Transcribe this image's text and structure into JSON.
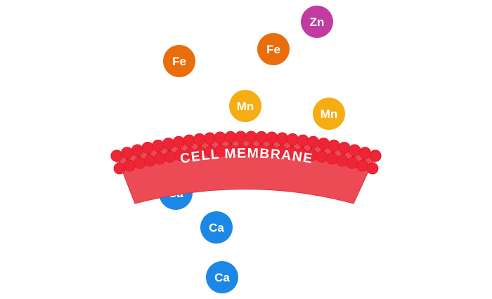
{
  "colors": {
    "background": "#ffffff",
    "membrane_band": "#ec4a54",
    "membrane_band_edge": "#e0333f",
    "lipid_head": "#ee2535",
    "lipid_head_edge": "#d91a2b",
    "lipid_tail": "#c9131f",
    "label_text": "#ffffff",
    "zn": "#c23ba0",
    "fe": "#ea6d0c",
    "mn": "#f5ad14",
    "ca": "#1b87e6"
  },
  "membrane": {
    "label": "CELL MEMBRANE"
  },
  "ions": [
    {
      "symbol": "Zn",
      "type": "zn",
      "side": "outside"
    },
    {
      "symbol": "Fe",
      "type": "fe",
      "side": "outside"
    },
    {
      "symbol": "Fe",
      "type": "fe",
      "side": "outside"
    },
    {
      "symbol": "Mn",
      "type": "mn",
      "side": "outside"
    },
    {
      "symbol": "Mn",
      "type": "mn",
      "side": "outside"
    },
    {
      "symbol": "Ca",
      "type": "ca",
      "side": "inside"
    },
    {
      "symbol": "Ca",
      "type": "ca",
      "side": "inside"
    },
    {
      "symbol": "Ca",
      "type": "ca",
      "side": "inside"
    }
  ]
}
